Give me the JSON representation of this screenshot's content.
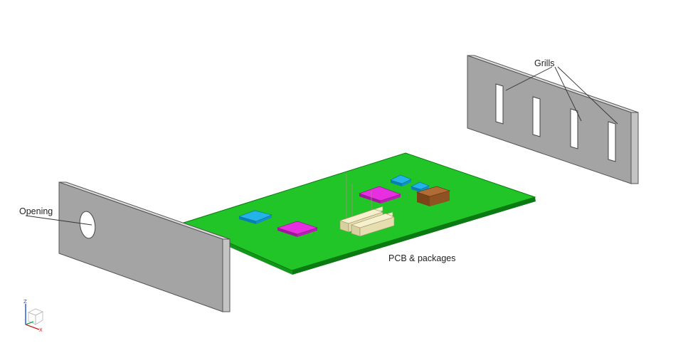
{
  "labels": {
    "grills": "Grills",
    "opening": "Opening",
    "pcb": "PCB & packages"
  },
  "triad": {
    "z": "Z",
    "x": "X"
  },
  "colors": {
    "panel_front": "#a2a2a2",
    "panel_side": "#d6d6d6",
    "panel_edge": "#555555",
    "pcb_top": "#22c528",
    "pcb_edge": "#0c7a12",
    "pkg_magenta": "#e72ee0",
    "pkg_cyan": "#22b4e8",
    "pkg_brown": "#9a5a2a",
    "connector": "#efe7bd",
    "leader": "#333333",
    "axis_z": "#1d4ed8",
    "axis_x": "#c81e1e"
  }
}
